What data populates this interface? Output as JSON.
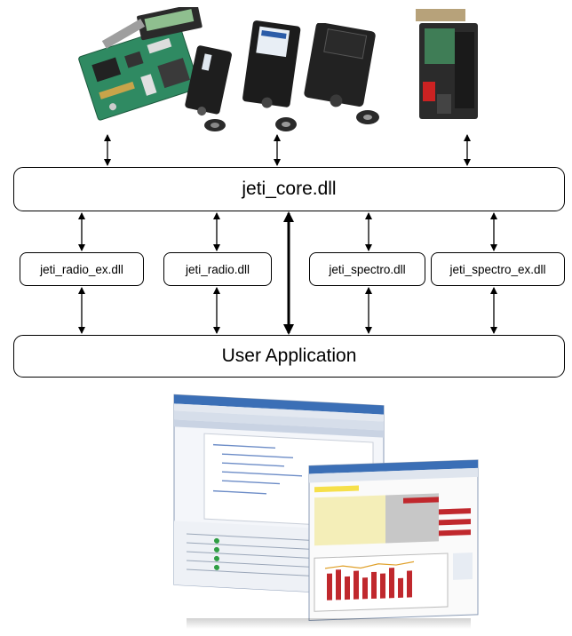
{
  "diagram": {
    "core": {
      "label": "jeti_core.dll"
    },
    "libraries": [
      {
        "label": "jeti_radio_ex.dll"
      },
      {
        "label": "jeti_radio.dll"
      },
      {
        "label": "jeti_spectro.dll"
      },
      {
        "label": "jeti_spectro_ex.dll"
      }
    ],
    "application": {
      "label": "User Application"
    },
    "colors": {
      "box_border": "#000000",
      "arrow": "#000000",
      "window_title": "#3b6fb6",
      "chart_bar": "#c0282d"
    }
  }
}
